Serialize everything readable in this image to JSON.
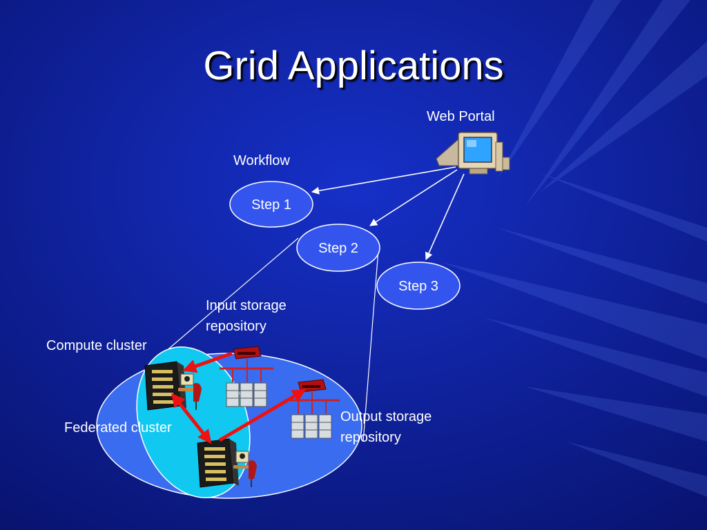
{
  "slide": {
    "title": "Grid Applications",
    "web_portal_label": "Web Portal",
    "workflow_label": "Workflow",
    "steps": [
      "Step 1",
      "Step 2",
      "Step 3"
    ],
    "input_storage_label": [
      "Input storage",
      "repository"
    ],
    "output_storage_label": [
      "Output storage",
      "repository"
    ],
    "compute_cluster_label": "Compute cluster",
    "federated_cluster_label": "Federated cluster"
  },
  "colors": {
    "background": "#0a1a8c",
    "step_fill": "#3355ee",
    "federated_fill": "#3a6cf0",
    "compute_fill": "#10c8f0",
    "arrow_red": "#ee1111",
    "text": "#ffffff"
  },
  "icons": [
    "computer-monitor-icon",
    "server-rack-icon",
    "router-icon",
    "storage-array-icon",
    "person-at-desk-icon"
  ]
}
